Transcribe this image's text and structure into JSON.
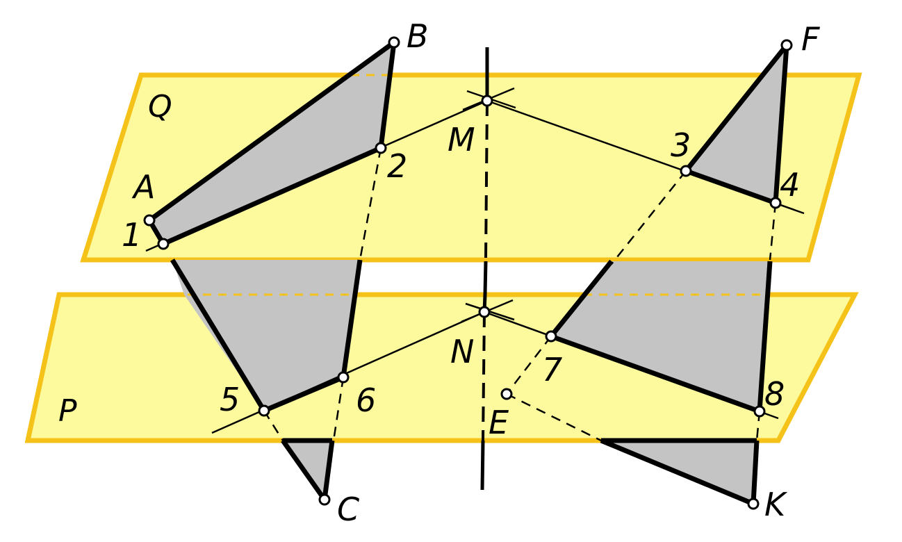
{
  "planes": [
    {
      "id": "Q",
      "label": "Q"
    },
    {
      "id": "P",
      "label": "P"
    }
  ],
  "points": {
    "A": "A",
    "B": "B",
    "C": "C",
    "E": "E",
    "F": "F",
    "K": "K",
    "M": "M",
    "N": "N",
    "p1": "1",
    "p2": "2",
    "p3": "3",
    "p4": "4",
    "p5": "5",
    "p6": "6",
    "p7": "7",
    "p8": "8"
  },
  "colors": {
    "plane_fill": "#fdfa9e",
    "plane_edge": "#f5c21a",
    "section_fill": "#c4c4c4",
    "ink": "#000000"
  }
}
